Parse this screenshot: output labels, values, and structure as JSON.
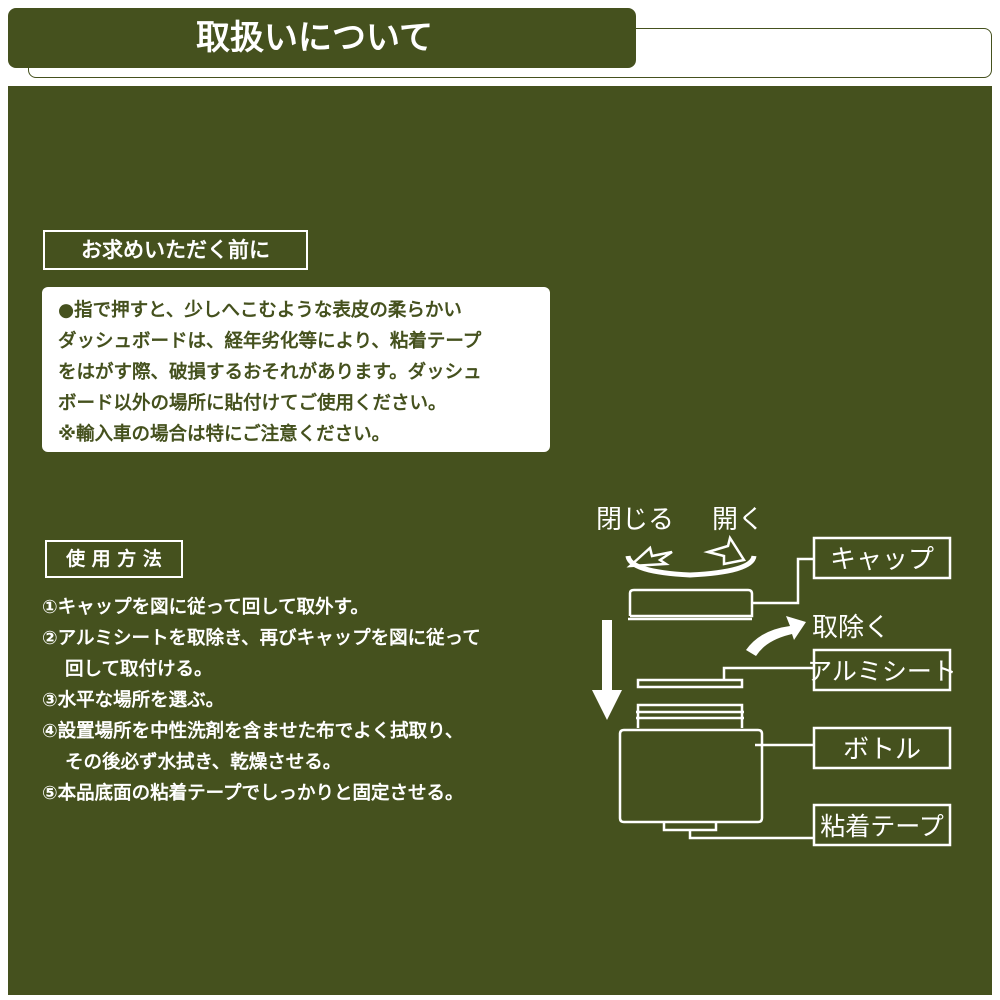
{
  "header": {
    "title": "取扱いについて"
  },
  "before_use": {
    "heading": "お求めいただく前に",
    "lines": [
      "●指で押すと、少しへこむような表皮の柔らかい",
      "ダッシュボードは、経年劣化等により、粘着テープ",
      "をはがす際、破損するおそれがあります。ダッシュ",
      "ボード以外の場所に貼付けてご使用ください。",
      "※輸入車の場合は特にご注意ください。"
    ]
  },
  "usage": {
    "heading": "使 用 方 法",
    "steps": [
      "①キャップを図に従って回して取外す。",
      "②アルミシートを取除き、再びキャップを図に従って",
      "回して取付ける。",
      "③水平な場所を選ぶ。",
      "④設置場所を中性洗剤を含ませた布でよく拭取り、",
      "その後必ず水拭き、乾燥させる。",
      "⑤本品底面の粘着テープでしっかりと固定させる。"
    ]
  },
  "diagram": {
    "close": "閉じる",
    "open": "開く",
    "remove": "取除く",
    "labels": {
      "cap": "キャップ",
      "aluminum": "アルミシート",
      "bottle": "ボトル",
      "tape": "粘着テープ"
    },
    "icons": [
      "rotate-arrows-icon",
      "down-arrow-icon",
      "curved-arrow-icon"
    ]
  },
  "colors": {
    "brand": "#45511e",
    "text": "#ffffff"
  }
}
